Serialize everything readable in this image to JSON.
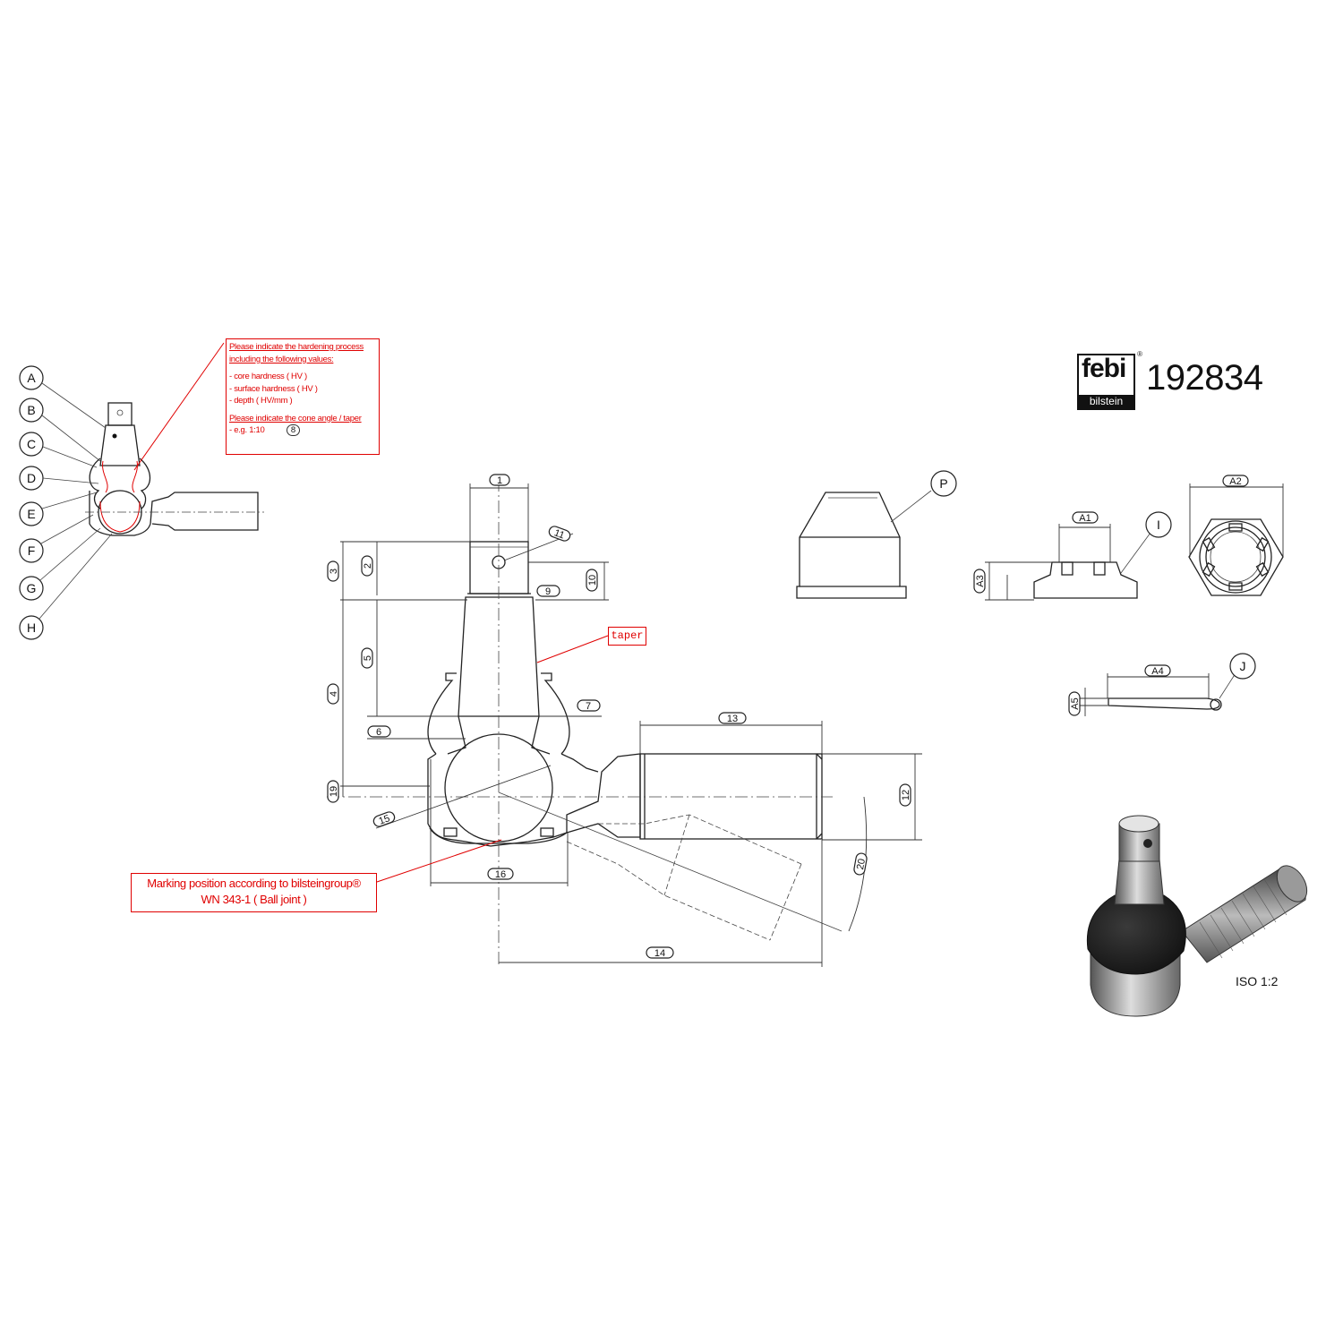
{
  "header": {
    "brand_top": "febi",
    "brand_bottom": "bilstein",
    "registered_mark": "®",
    "part_number": "192834"
  },
  "notes": {
    "hardening_line1": "Please indicate the hardening process",
    "hardening_line2": "including the following values:",
    "core_hardness": "- core hardness (  HV )",
    "surface_hardness": "- surface hardness (  HV )",
    "depth": "- depth (  HV/mm )",
    "cone_line": "Please indicate the cone angle / taper",
    "cone_example": "- e.g. 1:10",
    "cone_ref": "8",
    "taper": "taper",
    "marking_line1": "Marking position according to bilsteingroup®",
    "marking_line2": "WN 343-1 (  Ball joint  )"
  },
  "callouts": {
    "A": "A",
    "B": "B",
    "C": "C",
    "D": "D",
    "E": "E",
    "F": "F",
    "G": "G",
    "H": "H",
    "P": "P",
    "I": "I",
    "J": "J"
  },
  "dimensions": {
    "d1": "1",
    "d2": "2",
    "d3": "3",
    "d4": "4",
    "d5": "5",
    "d6": "6",
    "d7": "7",
    "d9": "9",
    "d10": "10",
    "d11": "11",
    "d12": "12",
    "d13": "13",
    "d14": "14",
    "d15": "15",
    "d16": "16",
    "d19": "19",
    "d20": "20",
    "a1": "A1",
    "a2": "A2",
    "a3": "A3",
    "a4": "A4",
    "a5": "A5"
  },
  "footer": {
    "scale": "ISO 1:2"
  },
  "colors": {
    "line": "#222222",
    "annotation_red": "#e00000",
    "background": "#ffffff"
  }
}
